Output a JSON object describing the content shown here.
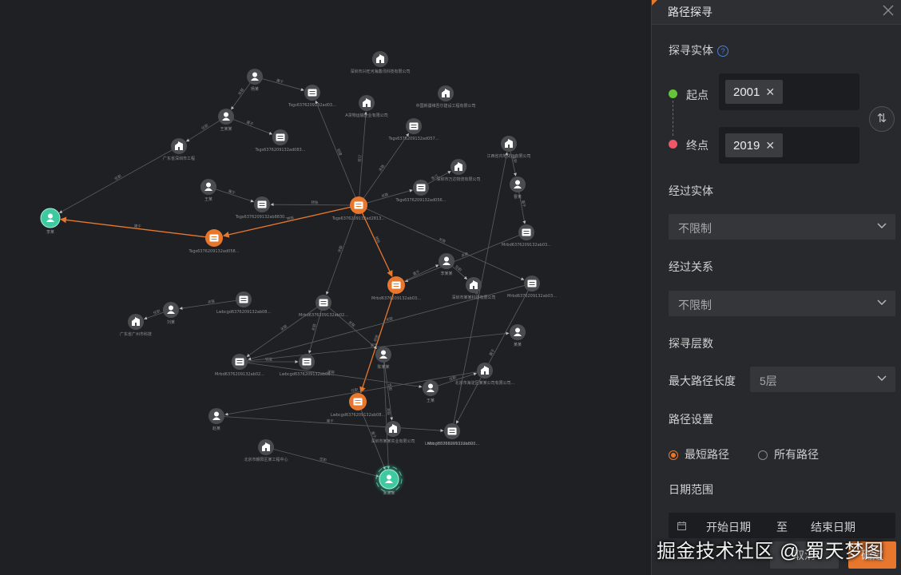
{
  "colors": {
    "accent": "#e8772e",
    "node_gray": "#4b4c50",
    "node_teal": "#3ec9a0",
    "start_green": "#66c43a",
    "end_red": "#f0566a"
  },
  "panel": {
    "title": "路径探寻",
    "close_icon": "close-icon",
    "entity_section": "探寻实体",
    "help_icon": "?",
    "start_label": "起点",
    "start_value": "2001",
    "end_label": "终点",
    "end_value": "2019",
    "swap_icon": "⇅",
    "via_entity_label": "经过实体",
    "via_entity_value": "不限制",
    "via_relation_label": "经过关系",
    "via_relation_value": "不限制",
    "depth_section": "探寻层数",
    "max_path_label": "最大路径长度",
    "max_path_value": "5层",
    "path_setting_label": "路径设置",
    "shortest_path": "最短路径",
    "all_paths": "所有路径",
    "date_range_label": "日期范围",
    "date_start": "开始日期",
    "date_to": "至",
    "date_end": "结束日期",
    "cancel_label": "取消",
    "confirm_label": "确定"
  },
  "watermark": "掘金技术社区 @ 蜀天梦图",
  "graph": {
    "nodes": [
      {
        "id": "c1",
        "type": "center",
        "label": "Tsgs6376209132ad2813..."
      },
      {
        "id": "p1",
        "type": "person",
        "label": "杨某"
      },
      {
        "id": "b1",
        "type": "company",
        "label": "深圳市兴旺河海鑫讯科技有限公司"
      },
      {
        "id": "d1",
        "type": "doc",
        "label": "Tsgs6376209132ad03..."
      },
      {
        "id": "b2",
        "type": "company",
        "label": "A货物运输企业有限公司"
      },
      {
        "id": "b3",
        "type": "company",
        "label": "中国新疆维吾尔建设工程有限公司"
      },
      {
        "id": "p2",
        "type": "person",
        "label": "王某某"
      },
      {
        "id": "b4",
        "type": "company",
        "label": "广东省深圳市工程"
      },
      {
        "id": "d2",
        "type": "doc",
        "label": "Tsgs6376209132ad083..."
      },
      {
        "id": "d3",
        "type": "doc",
        "label": "Tsgs6376209132ad057..."
      },
      {
        "id": "b5",
        "type": "company",
        "label": "江西省内地货运有限公司"
      },
      {
        "id": "b6",
        "type": "company",
        "label": "深圳市万达物流有限公司"
      },
      {
        "id": "p3",
        "type": "person",
        "label": "王某"
      },
      {
        "id": "d4",
        "type": "doc",
        "label": "Tsgs6376209132ab8830..."
      },
      {
        "id": "d5",
        "type": "doc",
        "label": "Tsgs6376209132ad056..."
      },
      {
        "id": "p4",
        "type": "person",
        "label": "曹某"
      },
      {
        "id": "s1",
        "type": "start",
        "label": "李某"
      },
      {
        "id": "o1",
        "type": "path",
        "label": "Tsgs6376209132ad058..."
      },
      {
        "id": "d6",
        "type": "doc",
        "label": "Mrbd6376209132ab03..."
      },
      {
        "id": "p5",
        "type": "person",
        "label": "李某某"
      },
      {
        "id": "b7",
        "type": "company",
        "label": "深圳市某某科技有限公司"
      },
      {
        "id": "o2",
        "type": "path",
        "label": "Mrbd6376209132ab03..."
      },
      {
        "id": "d7",
        "type": "doc",
        "label": "Lwbcgd6376209132ab08..."
      },
      {
        "id": "d8",
        "type": "doc",
        "label": "Mrbd6376209132ab03..."
      },
      {
        "id": "p6",
        "type": "person",
        "label": "刘某"
      },
      {
        "id": "b8",
        "type": "company",
        "label": "广东省广州市科技"
      },
      {
        "id": "d9",
        "type": "doc",
        "label": "Mrbd6376209132ab02..."
      },
      {
        "id": "d10",
        "type": "doc",
        "label": "Mrbd6376209132ab02..."
      },
      {
        "id": "p7",
        "type": "person",
        "label": "某某"
      },
      {
        "id": "p8",
        "type": "person",
        "label": "陈某某"
      },
      {
        "id": "b9",
        "type": "company",
        "label": "北京市海淀区某某公司有限公司..."
      },
      {
        "id": "d11",
        "type": "doc",
        "label": "Lwbcgd6376209132ab08..."
      },
      {
        "id": "d12",
        "type": "doc",
        "label": "Lwbcgd6376209132ab08..."
      },
      {
        "id": "o3",
        "type": "path",
        "label": "Lwbcgd6376209132ab08..."
      },
      {
        "id": "p9",
        "type": "person",
        "label": "王某"
      },
      {
        "id": "p10",
        "type": "person",
        "label": "赵某"
      },
      {
        "id": "b10",
        "type": "company",
        "label": "深圳市某某实业有限公司"
      },
      {
        "id": "d13",
        "type": "doc",
        "label": "Mrbd6376209132ab02..."
      },
      {
        "id": "b11",
        "type": "company",
        "label": "北京市朝阳区某工程中心"
      },
      {
        "id": "e1",
        "type": "end",
        "label": "某某某"
      }
    ],
    "edges": [
      {
        "from": "c1",
        "to": "d1",
        "label": "创建",
        "path": false
      },
      {
        "from": "c1",
        "to": "b2",
        "label": "签订",
        "path": false
      },
      {
        "from": "c1",
        "to": "d3",
        "label": "关联",
        "path": false
      },
      {
        "from": "c1",
        "to": "d5",
        "label": "关联",
        "path": false
      },
      {
        "from": "c1",
        "to": "d4",
        "label": "转账",
        "path": false
      },
      {
        "from": "c1",
        "to": "o1",
        "label": "转账",
        "path": true
      },
      {
        "from": "c1",
        "to": "o2",
        "label": "转账",
        "path": true
      },
      {
        "from": "c1",
        "to": "d9",
        "label": "关联",
        "path": false
      },
      {
        "from": "c1",
        "to": "d8",
        "label": "关联",
        "path": false
      },
      {
        "from": "o1",
        "to": "s1",
        "label": "属于",
        "path": true
      },
      {
        "from": "o2",
        "to": "o3",
        "label": "转账",
        "path": true
      },
      {
        "from": "o3",
        "to": "e1",
        "label": "属于",
        "path": false
      },
      {
        "from": "p1",
        "to": "d1",
        "label": "属于",
        "path": false
      },
      {
        "from": "p1",
        "to": "p2",
        "label": "关联",
        "path": false
      },
      {
        "from": "p2",
        "to": "b4",
        "label": "任职",
        "path": false
      },
      {
        "from": "p2",
        "to": "d2",
        "label": "属于",
        "path": false
      },
      {
        "from": "b4",
        "to": "s1",
        "label": "任职",
        "path": false
      },
      {
        "from": "d5",
        "to": "b6",
        "label": "签订",
        "path": false
      },
      {
        "from": "b5",
        "to": "p4",
        "label": "任职",
        "path": false
      },
      {
        "from": "p4",
        "to": "d6",
        "label": "属于",
        "path": false
      },
      {
        "from": "d6",
        "to": "o2",
        "label": "关联",
        "path": false
      },
      {
        "from": "p3",
        "to": "d4",
        "label": "属于",
        "path": false
      },
      {
        "from": "o2",
        "to": "p5",
        "label": "属于",
        "path": false
      },
      {
        "from": "p5",
        "to": "b7",
        "label": "任职",
        "path": false
      },
      {
        "from": "d7",
        "to": "p6",
        "label": "关联",
        "path": false
      },
      {
        "from": "p6",
        "to": "b8",
        "label": "任职",
        "path": false
      },
      {
        "from": "d8",
        "to": "d10",
        "label": "关联",
        "path": false
      },
      {
        "from": "d8",
        "to": "d12",
        "label": "属于",
        "path": false
      },
      {
        "from": "d9",
        "to": "d10",
        "label": "关联",
        "path": false
      },
      {
        "from": "d9",
        "to": "d11",
        "label": "关联",
        "path": false
      },
      {
        "from": "d10",
        "to": "d11",
        "label": "转账",
        "path": false
      },
      {
        "from": "d10",
        "to": "p7",
        "label": "属于",
        "path": false
      },
      {
        "from": "d9",
        "to": "p8",
        "label": "关联",
        "path": false
      },
      {
        "from": "d10",
        "to": "p9",
        "label": "关联",
        "path": false
      },
      {
        "from": "p9",
        "to": "b9",
        "label": "任职",
        "path": false
      },
      {
        "from": "b9",
        "to": "p10",
        "label": "任职",
        "path": false
      },
      {
        "from": "p10",
        "to": "d13",
        "label": "属于",
        "path": false
      },
      {
        "from": "d13",
        "to": "b5",
        "label": "关联",
        "path": false
      },
      {
        "from": "p8",
        "to": "b10",
        "label": "任职",
        "path": false
      },
      {
        "from": "p8",
        "to": "e1",
        "label": "关联",
        "path": false
      },
      {
        "from": "d11",
        "to": "p11x",
        "label": "",
        "path": false
      },
      {
        "from": "p9",
        "to": "d14x",
        "label": "",
        "path": false
      },
      {
        "from": "b11",
        "to": "e1",
        "label": "任职",
        "path": false
      },
      {
        "from": "p11",
        "to": "b11",
        "label": "任职",
        "path": false
      }
    ]
  }
}
